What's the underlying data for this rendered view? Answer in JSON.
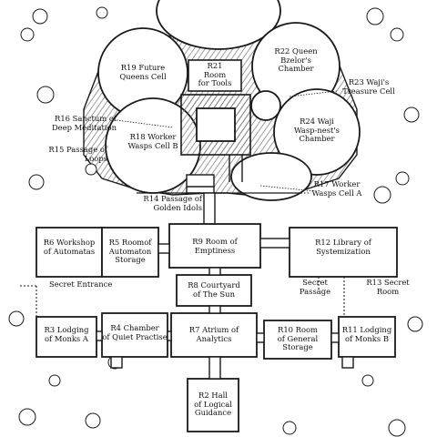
{
  "map": {
    "ink_color": "#1a1a1a",
    "paper_color": "#ffffff",
    "hatch_color": "#6b6b6b",
    "rooms": [
      {
        "id": "r19",
        "label": "R19 Future\nQueens Cell"
      },
      {
        "id": "r21",
        "label": "R21\nRoom\nfor Tools"
      },
      {
        "id": "r22",
        "label": "R22 Queen\nBzelor's\nChamber"
      },
      {
        "id": "r23",
        "label": "R23 Waji's\nTreasure Cell"
      },
      {
        "id": "r24",
        "label": "R24 Waji\nWasp-nest's\nChamber"
      },
      {
        "id": "r18",
        "label": "R18 Worker\nWasps Cell B"
      },
      {
        "id": "r17",
        "label": "R17 Worker\nWasps Cell A"
      },
      {
        "id": "r16",
        "label": "R16 Sanctum of\nDeep Meditation"
      },
      {
        "id": "r15",
        "label": "R15 Passage of\nLoops"
      },
      {
        "id": "r14",
        "label": "R14 Passage of\nGolden Idols"
      },
      {
        "id": "r6",
        "label": "R6 Workshop\nof Automatas"
      },
      {
        "id": "r5",
        "label": "R5 Roomof\nAutomaton\nStorage"
      },
      {
        "id": "r9",
        "label": "R9 Room of\nEmptiness"
      },
      {
        "id": "r12",
        "label": "R12 Library of\nSystemization"
      },
      {
        "id": "r8",
        "label": "R8 Courtyard\nof The Sun"
      },
      {
        "id": "r3",
        "label": "R3 Lodging\nof Monks A"
      },
      {
        "id": "r4",
        "label": "R4 Chamber\nof Quiet Practise"
      },
      {
        "id": "r7",
        "label": "R7 Atrium of\nAnalytics"
      },
      {
        "id": "r10",
        "label": "R10 Room\nof General\nStorage"
      },
      {
        "id": "r11",
        "label": "R11 Lodging\nof Monks B"
      },
      {
        "id": "r2",
        "label": "R2 Hall\nof Logical\nGuidance"
      }
    ],
    "notes": [
      {
        "id": "secret-entrance",
        "label": "Secret Entrance"
      },
      {
        "id": "secret-passage",
        "label": "Secret\nPassage"
      },
      {
        "id": "r13",
        "label": "R13 Secret\nRoom"
      }
    ]
  }
}
